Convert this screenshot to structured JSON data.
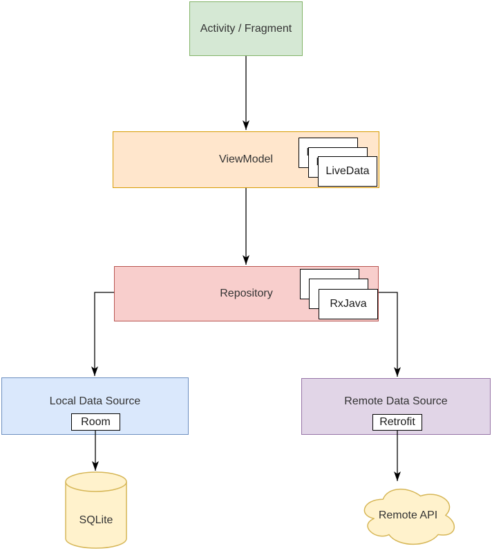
{
  "nodes": {
    "activity": {
      "label": "Activity / Fragment",
      "fill": "#d5e8d4",
      "stroke": "#82b366"
    },
    "viewmodel": {
      "label": "ViewModel",
      "fill": "#ffe6cc",
      "stroke": "#d79b00",
      "badge": "LiveData"
    },
    "repository": {
      "label": "Repository",
      "fill": "#f8cecc",
      "stroke": "#b85450",
      "badge": "RxJava"
    },
    "local_source": {
      "label": "Local Data Source",
      "fill": "#dae8fc",
      "stroke": "#6c8ebf",
      "badge": "Room"
    },
    "remote_source": {
      "label": "Remote Data Source",
      "fill": "#e1d5e7",
      "stroke": "#9673a6",
      "badge": "Retrofit"
    },
    "sqlite": {
      "label": "SQLite",
      "fill": "#fff2cc",
      "stroke": "#d6b656"
    },
    "remote_api": {
      "label": "Remote API",
      "fill": "#fff2cc",
      "stroke": "#d6b656"
    }
  },
  "edge_color": "#000000",
  "text_color": "#333333"
}
